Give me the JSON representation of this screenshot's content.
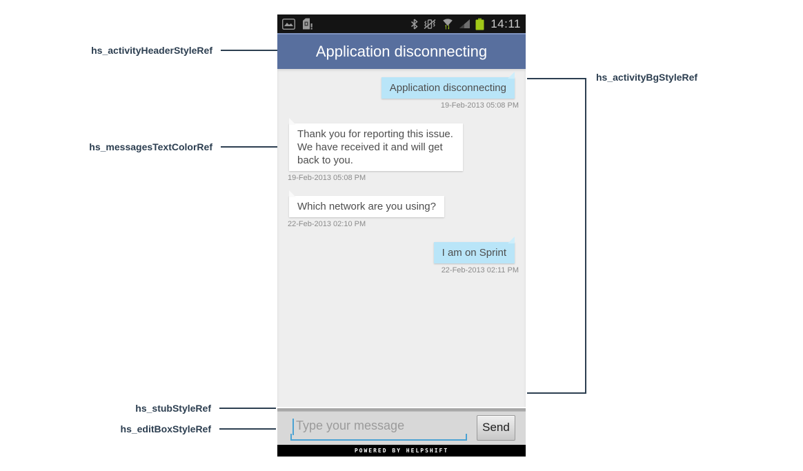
{
  "annotations": {
    "left": [
      {
        "label": "hs_activityHeaderStyleRef"
      },
      {
        "label": "hs_messagesTextColorRef"
      },
      {
        "label": "hs_stubStyleRef"
      },
      {
        "label": "hs_editBoxStyleRef"
      }
    ],
    "right": [
      {
        "label": "hs_activityBgStyleRef"
      }
    ]
  },
  "phone": {
    "status_bar": {
      "time": "14:11",
      "left_icons": [
        "gallery-icon",
        "sim-card-alert-icon"
      ],
      "right_icons": [
        "bluetooth-icon",
        "vibrate-off-icon",
        "wifi-icon",
        "signal-strength-icon",
        "battery-icon"
      ]
    },
    "header": {
      "title": "Application disconnecting"
    },
    "conversation": {
      "messages": [
        {
          "side": "user",
          "text": "Application disconnecting",
          "timestamp": "19-Feb-2013 05:08 PM"
        },
        {
          "side": "agent",
          "text": "Thank you for reporting this issue. We have received it and will get back to you.",
          "timestamp": "19-Feb-2013 05:08 PM"
        },
        {
          "side": "agent",
          "text": "Which network are you using?",
          "timestamp": "22-Feb-2013 02:10 PM"
        },
        {
          "side": "user",
          "text": "I am on Sprint",
          "timestamp": "22-Feb-2013 02:11 PM"
        }
      ]
    },
    "composer": {
      "placeholder": "Type your message",
      "send_label": "Send"
    },
    "footer": {
      "text": "POWERED BY HELPSHIFT"
    }
  },
  "colors": {
    "status_bar_bg": "#141414",
    "header_bg": "#586f9e",
    "chat_bg": "#eeeeee",
    "user_bubble": "#b9e5f8",
    "agent_bubble": "#ffffff",
    "message_text": "#4d4d4d",
    "timestamp_text": "#8b8b8b",
    "composer_bg": "#d8d8d8",
    "editbox_underline": "#4aa2d3",
    "annotation": "#2c3e50",
    "battery_green": "#a0c818"
  }
}
